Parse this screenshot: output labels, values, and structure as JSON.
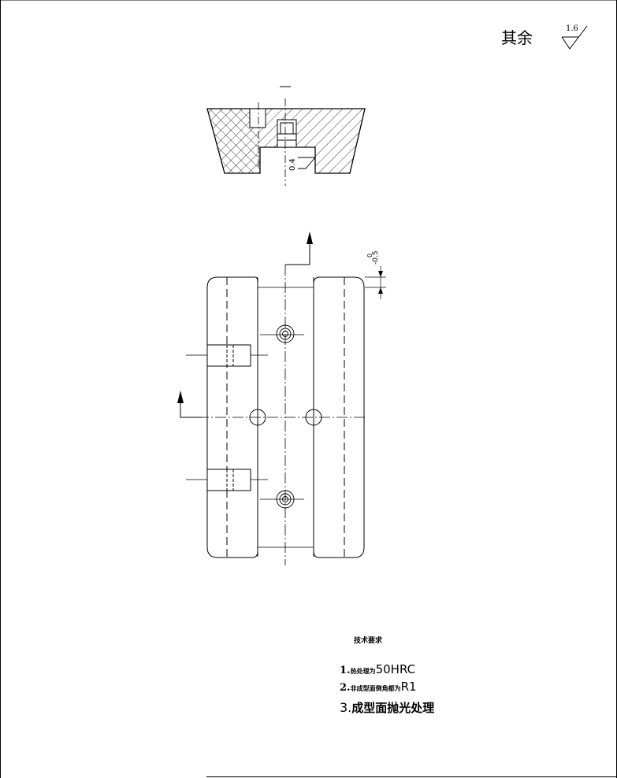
{
  "roughness": {
    "label": "其余",
    "value": "1.6"
  },
  "section_view": {
    "surface_roughness": "0.4"
  },
  "plan_view": {
    "dimension_tolerance": "-0.5",
    "dimension_zero": "0"
  },
  "tech_requirements": {
    "title": "技术要求",
    "items": [
      {
        "number": "1.",
        "small_text": "热处理为",
        "big_text": "50HRC"
      },
      {
        "number": "2.",
        "small_text": "非成型面倒角都为",
        "big_text": "R1"
      },
      {
        "number": "3.",
        "text": "成型面抛光处理"
      }
    ]
  }
}
